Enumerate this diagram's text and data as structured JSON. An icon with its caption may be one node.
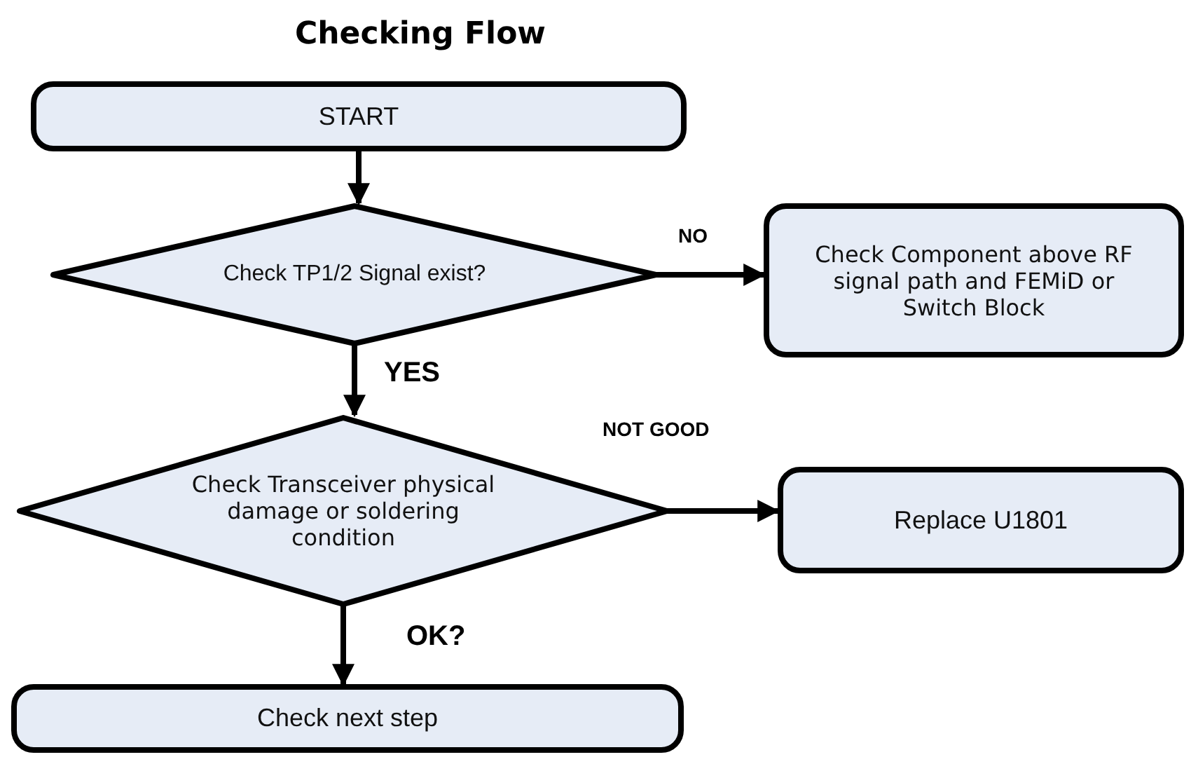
{
  "diagram": {
    "title": "Checking Flow",
    "nodes": [
      {
        "text": [
          "START"
        ]
      },
      {
        "text": [
          "Check TP1/2 Signal exist?"
        ]
      },
      {
        "text": [
          "Check Component above RF signal path and FEMiD or Switch Block"
        ]
      },
      {
        "text": [
          "Check Transceiver physical damage or soldering condition"
        ]
      },
      {
        "text": [
          "Replace U1801"
        ]
      },
      {
        "text": [
          "Check next step"
        ]
      }
    ],
    "edges": [
      {
        "from": 0,
        "to": 1,
        "arrow": "to"
      },
      {
        "from": 1,
        "to": 2,
        "arrow": "to",
        "label": "NO"
      },
      {
        "from": 1,
        "to": 3,
        "arrow": "to",
        "label": "YES"
      },
      {
        "from": 3,
        "to": 4,
        "arrow": "to",
        "label": "NOT GOOD"
      },
      {
        "from": 3,
        "to": 5,
        "arrow": "to",
        "label": "OK?"
      }
    ]
  }
}
